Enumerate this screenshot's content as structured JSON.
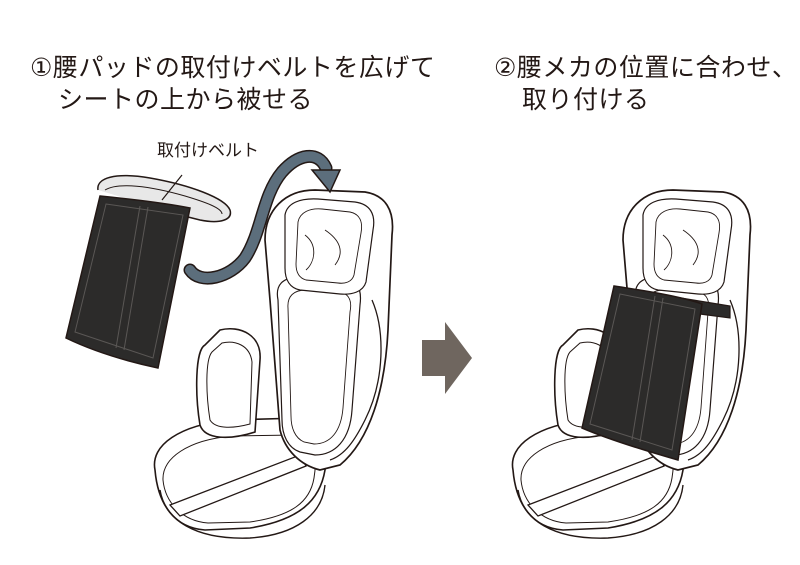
{
  "step1": {
    "line1": "①腰パッドの取付けベルトを広げて",
    "line2": "シートの上から被せる"
  },
  "step2": {
    "line1": "②腰メカの位置に合わせ、",
    "line2": "取り付ける"
  },
  "belt_label": "取付けベルト",
  "colors": {
    "pad": "#2c2b2a",
    "arrow_fill": "#6f665f",
    "curve_arrow": "#5c6e7c",
    "belt": "#e8e8e8",
    "outline": "#231815"
  },
  "icons": {
    "next_arrow": "right-arrow-icon",
    "curved_arrow": "curved-arrow-icon"
  }
}
